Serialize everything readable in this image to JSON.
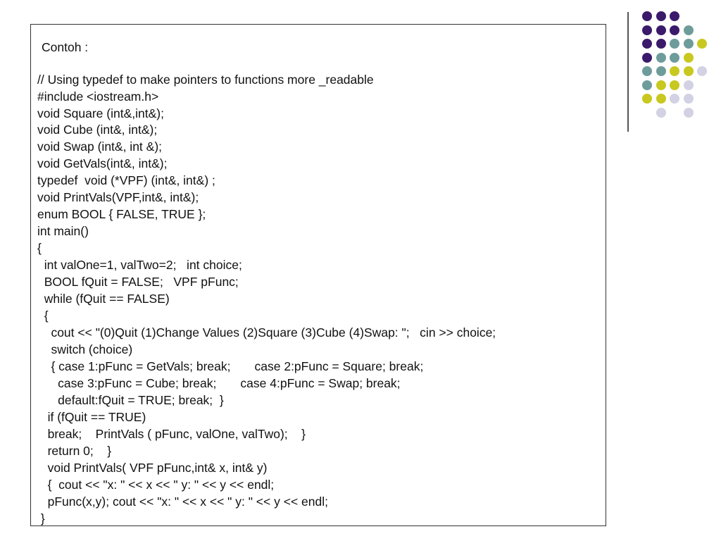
{
  "slide": {
    "title": "Contoh :",
    "code_lines": [
      "// Using typedef to make pointers to functions more _readable",
      "#include <iostream.h>",
      "void Square (int&,int&);",
      "void Cube (int&, int&);",
      "void Swap (int&, int &);",
      "void GetVals(int&, int&);",
      "typedef  void (*VPF) (int&, int&) ;",
      "void PrintVals(VPF,int&, int&);",
      "enum BOOL { FALSE, TRUE };",
      "int main()",
      "{",
      "  int valOne=1, valTwo=2;   int choice;",
      "  BOOL fQuit = FALSE;   VPF pFunc;",
      "  while (fQuit == FALSE)",
      "  {",
      "    cout << \"(0)Quit (1)Change Values (2)Square (3)Cube (4)Swap: \";   cin >> choice;",
      "    switch (choice)",
      "    { case 1:pFunc = GetVals; break;       case 2:pFunc = Square; break;",
      "      case 3:pFunc = Cube; break;       case 4:pFunc = Swap; break;",
      "      default:fQuit = TRUE; break;  }",
      "   if (fQuit == TRUE)",
      "   break;    PrintVals ( pFunc, valOne, valTwo);    }",
      "   return 0;    }",
      "   void PrintVals( VPF pFunc,int& x, int& y)",
      "   {  cout << \"x: \" << x << \" y: \" << y << endl;",
      "   pFunc(x,y); cout << \"x: \" << x << \" y: \" << y << endl;",
      " }"
    ]
  },
  "decoration": {
    "colors": {
      "purple": "#3b1a6b",
      "teal": "#6e9c9b",
      "yellow": "#c8c820",
      "lavender": "#d2d2e4",
      "border": "#333333",
      "text": "#111111"
    },
    "dot_grid": [
      [
        "purple",
        "purple",
        "purple",
        "",
        ""
      ],
      [
        "purple",
        "purple",
        "purple",
        "teal",
        ""
      ],
      [
        "purple",
        "purple",
        "teal",
        "teal",
        "yellow"
      ],
      [
        "purple",
        "teal",
        "teal",
        "yellow",
        ""
      ],
      [
        "teal",
        "teal",
        "yellow",
        "yellow",
        "lavender"
      ],
      [
        "teal",
        "yellow",
        "yellow",
        "lavender",
        ""
      ],
      [
        "yellow",
        "yellow",
        "lavender",
        "lavender",
        ""
      ],
      [
        "",
        "lavender",
        "",
        "lavender",
        ""
      ]
    ]
  }
}
